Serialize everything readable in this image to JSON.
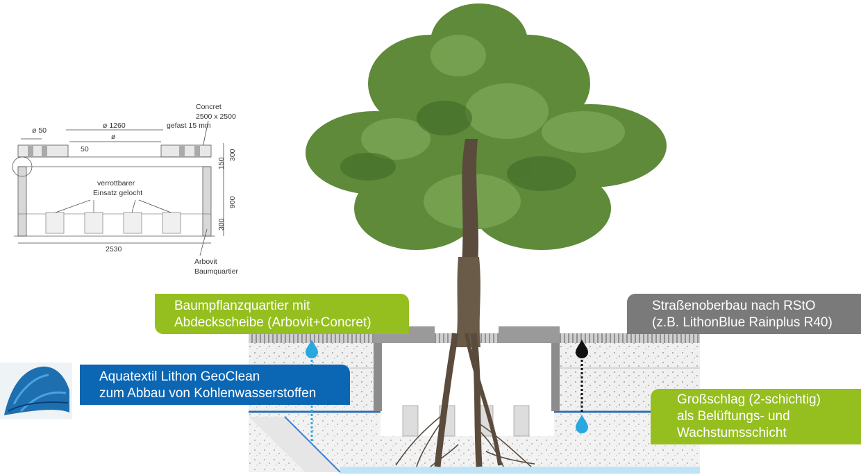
{
  "drawing": {
    "concret_title": "Concret",
    "concret_size": "2500 x 2500",
    "dim_d50": "ø 50",
    "dim_d1260": "ø 1260",
    "dim_gefast": "gefast 15 mm",
    "dim_d": "ø",
    "dim_50": "50",
    "dim_300_top": "300",
    "dim_150": "150",
    "dim_900": "900",
    "dim_300_bottom": "300",
    "insert_line1": "verrottbarer",
    "insert_line2": "Einsatz gelocht",
    "dim_2530": "2530",
    "arbovit_line1": "Arbovit",
    "arbovit_line2": "Baumquartier"
  },
  "callouts": {
    "baumpflanz": {
      "line1": "Baumpflanzquartier mit",
      "line2": "Abdeckscheibe (Arbovit+Concret)"
    },
    "strasse": {
      "line1": "Straßenoberbau nach RStO",
      "line2": "(z.B. LithonBlue Rainplus R40)"
    },
    "aquatextil": {
      "line1": "Aquatextil Lithon GeoClean",
      "line2": "zum Abbau von Kohlenwasserstoffen"
    },
    "grossschlag": {
      "line1": "Großschlag (2-schichtig)",
      "line2": "als Belüftungs- und",
      "line3": "Wachstumsschicht"
    }
  },
  "colors": {
    "green": "#95bf1f",
    "grey": "#7a7a7a",
    "blue": "#0b66b3",
    "water_drop": "#29a8e0",
    "pollutant_drop": "#111111"
  },
  "icons": {
    "water_drop": "water-drop-icon",
    "oil_drop": "oil-drop-icon",
    "textile": "geotextile-sample-image",
    "tree": "tree-illustration"
  }
}
